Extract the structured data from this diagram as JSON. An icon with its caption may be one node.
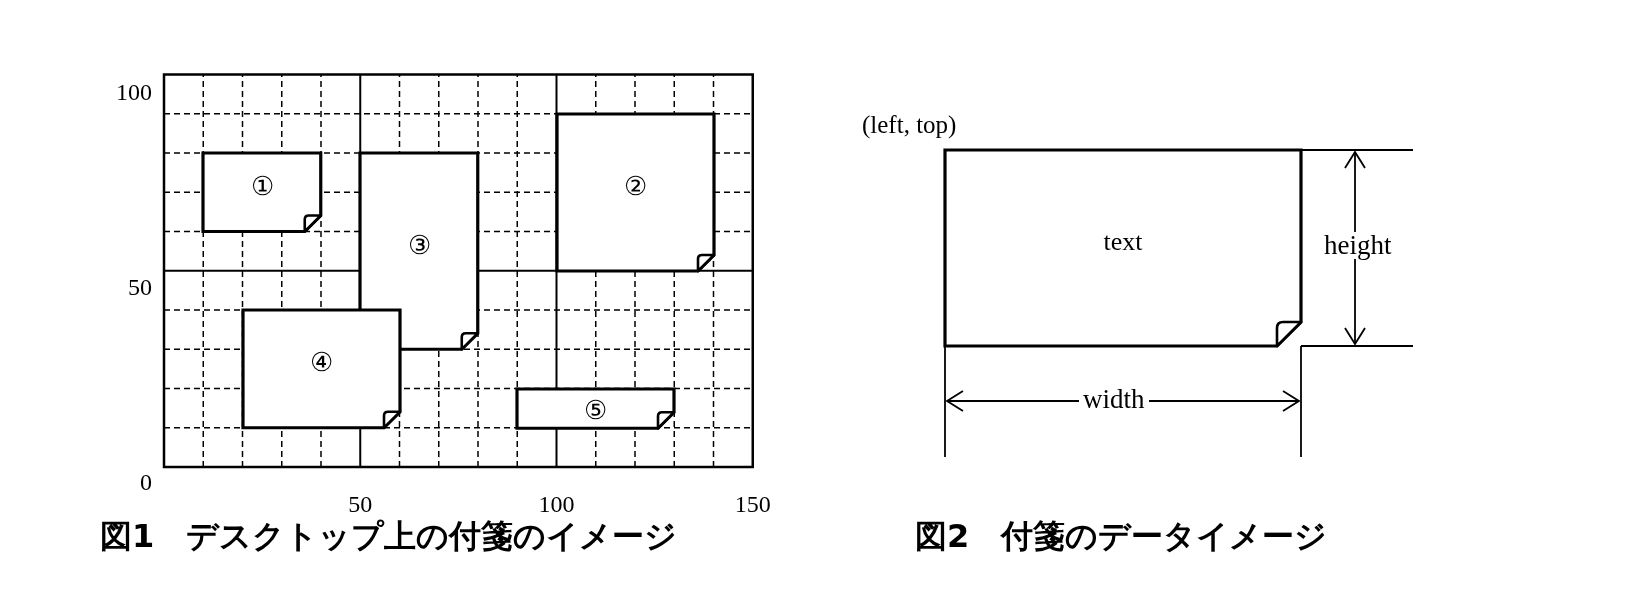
{
  "diagram": {
    "nodes": [
      {
        "text": [
          "①"
        ]
      },
      {
        "text": [
          "②"
        ]
      },
      {
        "text": [
          "③"
        ]
      },
      {
        "text": [
          "④"
        ]
      },
      {
        "text": [
          "⑤"
        ]
      },
      {
        "text": [
          "text"
        ]
      }
    ],
    "labels": [
      "100",
      "50",
      "0",
      "50",
      "100",
      "150",
      "(left, top)",
      "height",
      "width",
      "図1　デスクトップ上の付箋のイメージ",
      "図2　付箋のデータイメージ"
    ]
  }
}
